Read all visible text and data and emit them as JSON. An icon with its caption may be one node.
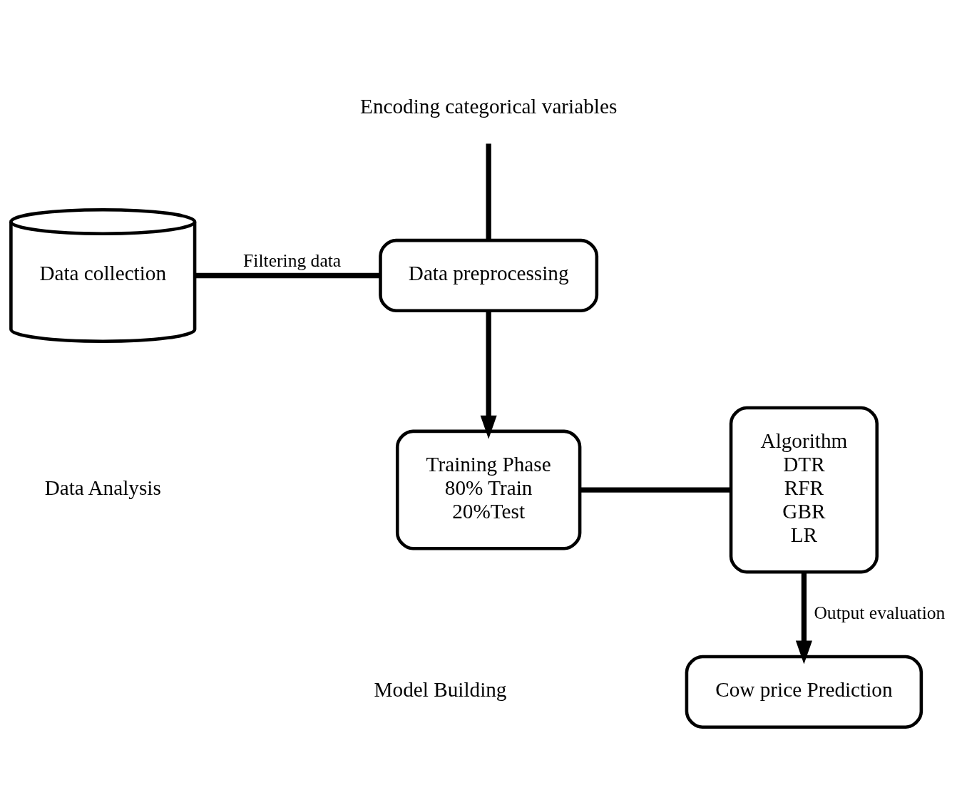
{
  "diagram": {
    "nodes": [
      {
        "text": [
          "Data collection"
        ]
      },
      {
        "text": [
          "Data preprocessing"
        ]
      },
      {
        "text": [
          "Encoding categorical variables"
        ]
      },
      {
        "text": [
          "Training Phase",
          "80% Train",
          "20%Test"
        ]
      },
      {
        "text": [
          "Algorithm",
          "DTR",
          "RFR",
          "GBR",
          "LR"
        ]
      },
      {
        "text": [
          "Cow price Prediction"
        ]
      }
    ],
    "edges": [
      {
        "from": 2,
        "to": 1,
        "arrow": "none"
      },
      {
        "from": 0,
        "to": 1,
        "arrow": "none",
        "label": "Filtering data"
      },
      {
        "from": 1,
        "to": 3,
        "arrow": "to"
      },
      {
        "from": 3,
        "to": 4,
        "arrow": "none"
      },
      {
        "from": 4,
        "to": 5,
        "arrow": "to",
        "label": "Output evaluation"
      }
    ],
    "labels": [
      "Data Analysis",
      "Model Building"
    ]
  }
}
